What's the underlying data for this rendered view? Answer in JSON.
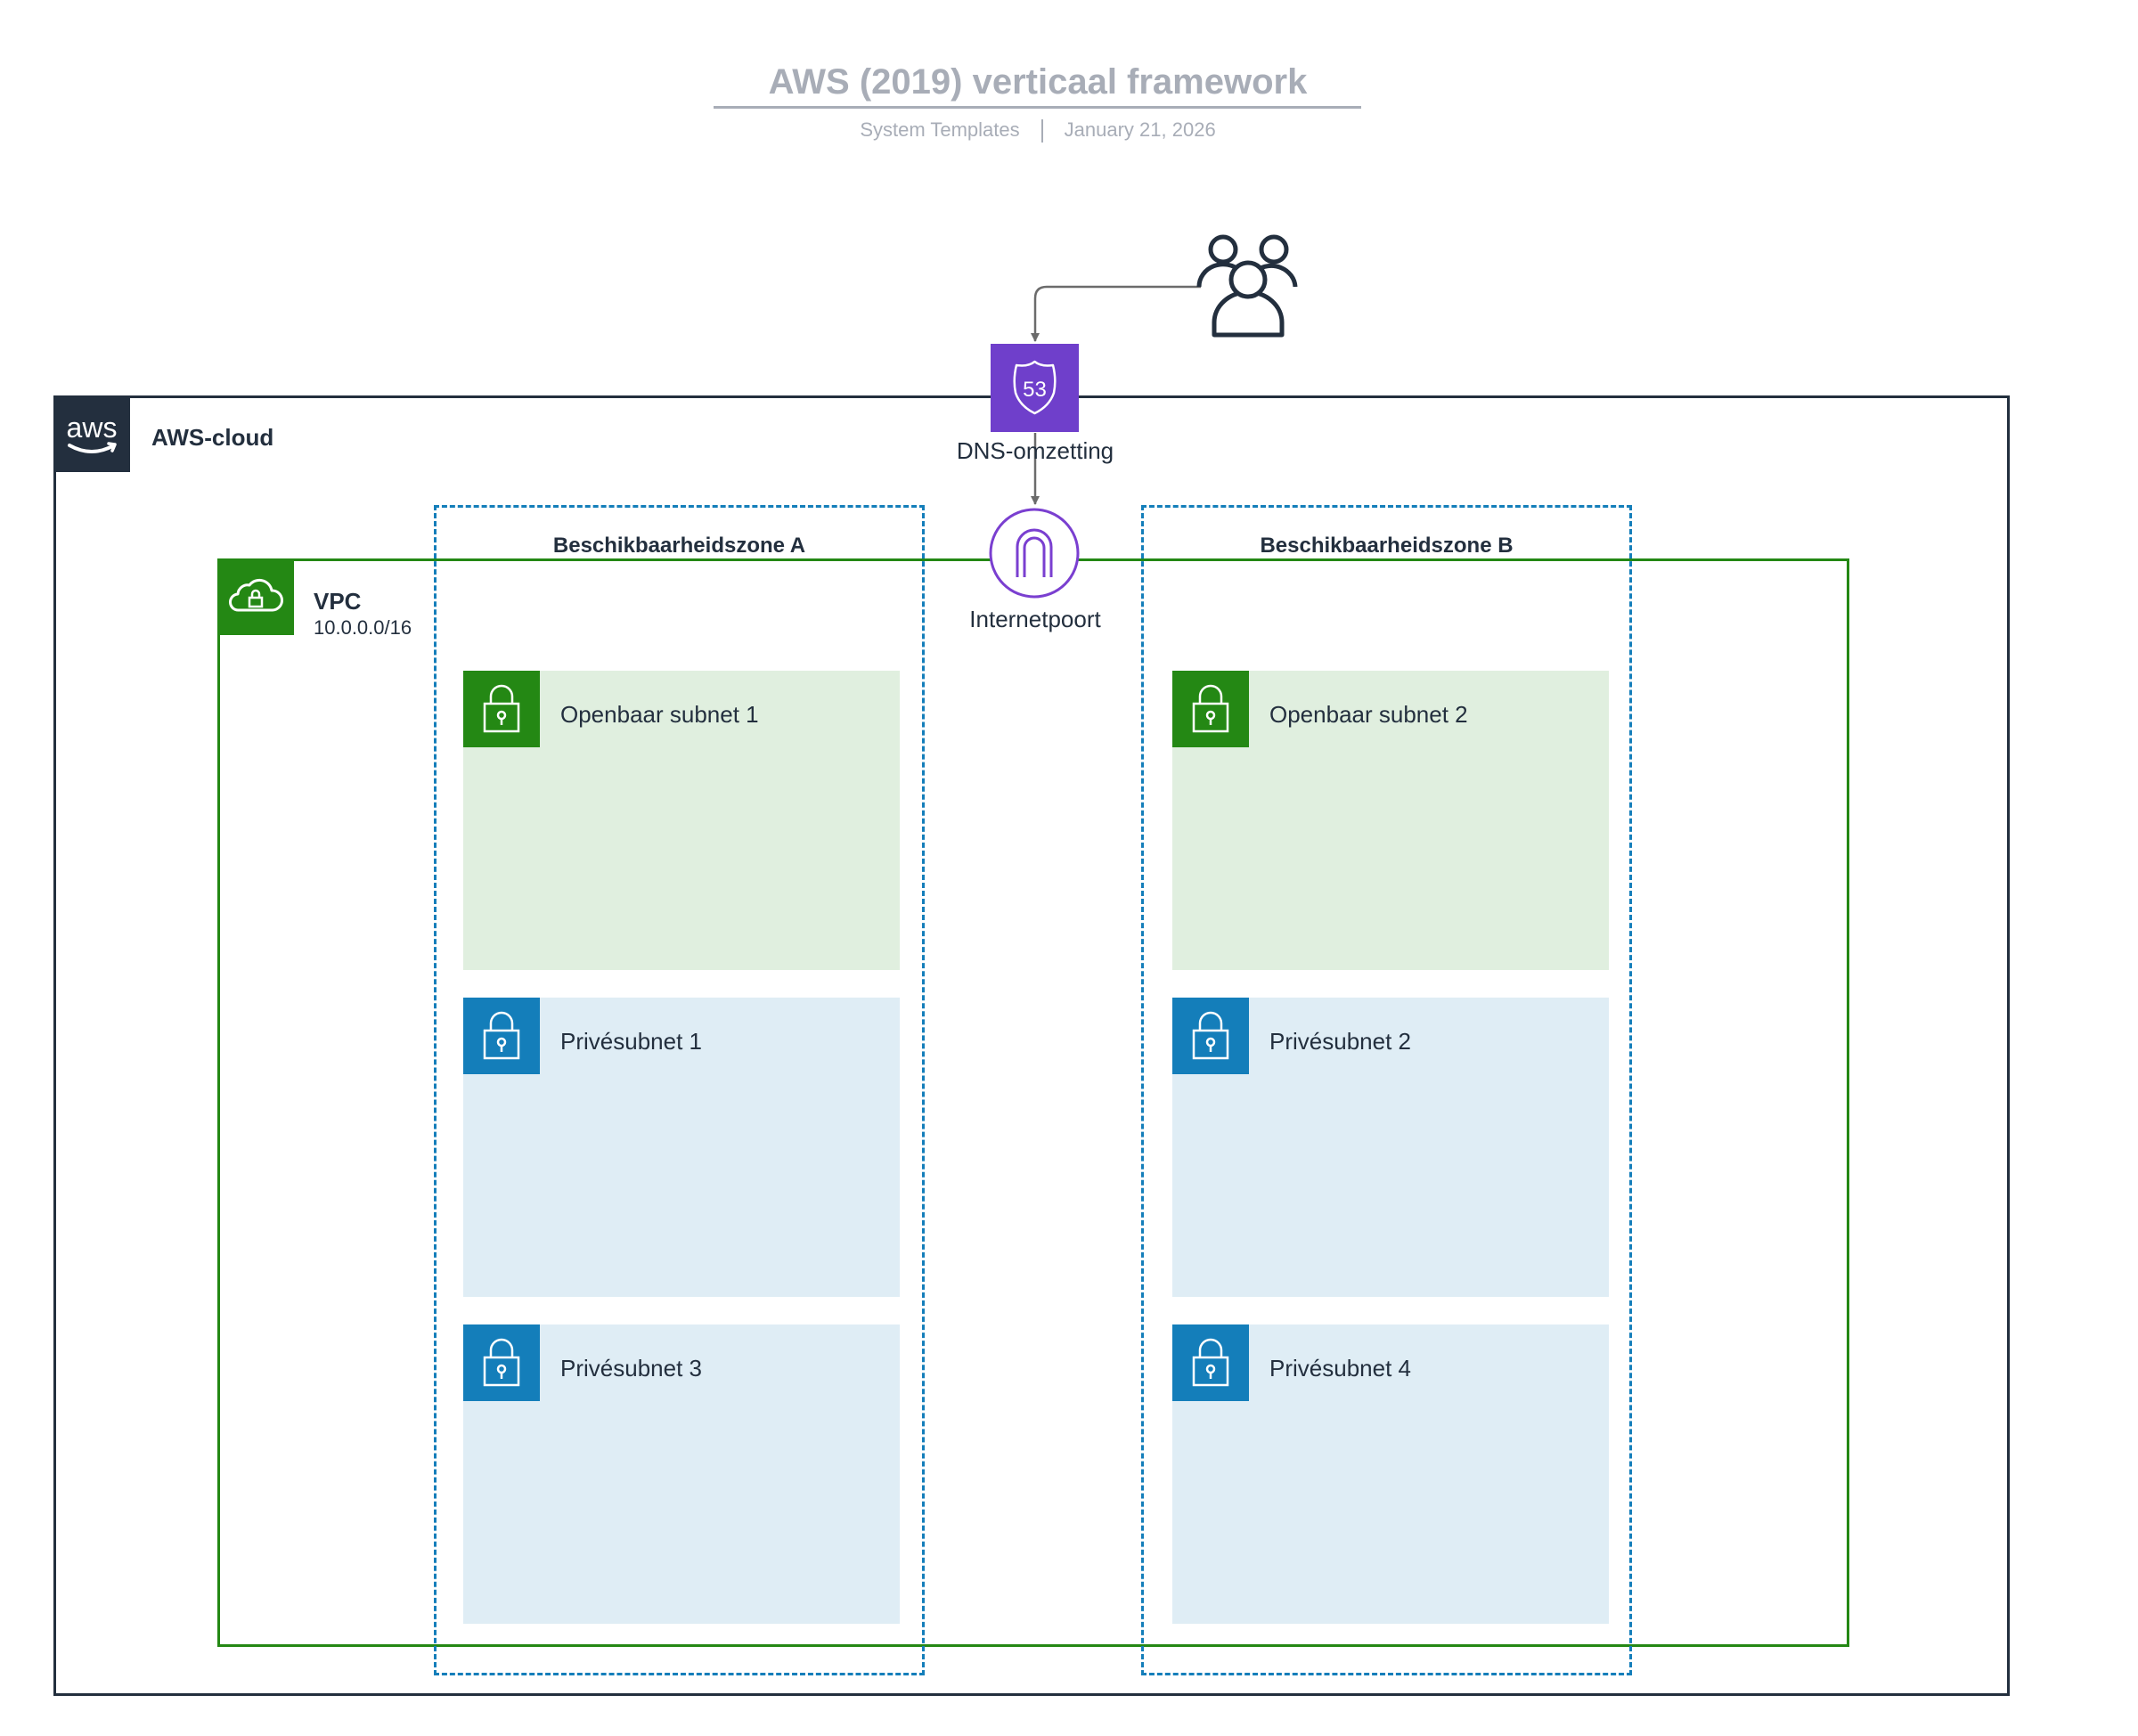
{
  "header": {
    "title": "AWS (2019) verticaal framework",
    "source": "System Templates",
    "date": "January 21, 2026"
  },
  "aws_cloud": {
    "label": "AWS-cloud",
    "logo_text": "aws"
  },
  "vpc": {
    "label": "VPC",
    "cidr": "10.0.0.0/16"
  },
  "zones": {
    "a": {
      "label": "Beschikbaarheidszone A",
      "subnets": [
        {
          "label": "Openbaar subnet 1",
          "type": "public"
        },
        {
          "label": "Privésubnet 1",
          "type": "private"
        },
        {
          "label": "Privésubnet 3",
          "type": "private"
        }
      ]
    },
    "b": {
      "label": "Beschikbaarheidszone B",
      "subnets": [
        {
          "label": "Openbaar subnet 2",
          "type": "public"
        },
        {
          "label": "Privésubnet 2",
          "type": "private"
        },
        {
          "label": "Privésubnet 4",
          "type": "private"
        }
      ]
    }
  },
  "dns": {
    "label": "DNS-omzetting",
    "badge": "53"
  },
  "gateway": {
    "label": "Internetpoort"
  },
  "colors": {
    "aws_dark": "#232f3e",
    "vpc_green": "#248814",
    "az_blue": "#147eba",
    "public_fill": "#e0efdf",
    "private_fill": "#dfedf5",
    "route53_purple": "#6f3fcb",
    "arrow_gray": "#6b6b6b",
    "title_gray": "#a8adb7"
  },
  "icons": {
    "aws_logo": "aws-logo-icon",
    "vpc": "vpc-cloud-lock-icon",
    "subnet": "padlock-icon",
    "dns": "route53-shield-icon",
    "gateway": "internet-gateway-icon",
    "users": "users-icon"
  }
}
